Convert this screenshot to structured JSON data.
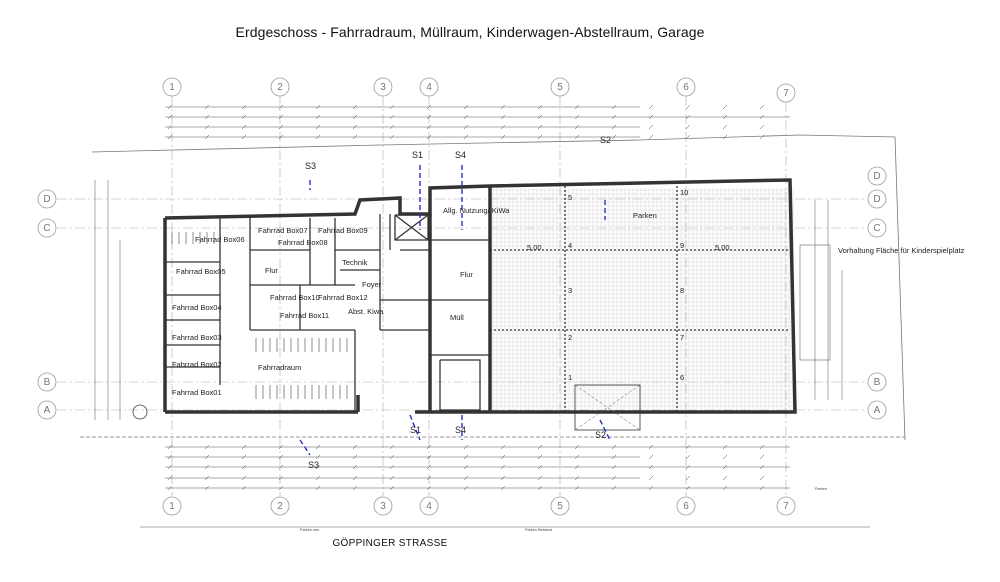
{
  "title": "Erdgeschoss - Fahrradraum, Müllraum, Kinderwagen-Abstellraum, Garage",
  "street": "GÖPPINGER STRASSE",
  "axes_vertical": [
    "1",
    "2",
    "3",
    "4",
    "5",
    "6",
    "7"
  ],
  "axes_horizontal": [
    "A",
    "B",
    "C",
    "D"
  ],
  "sections": {
    "s1": "S1",
    "s2": "S2",
    "s3": "S3",
    "s4": "S4"
  },
  "rooms": {
    "fahrradraum": "Fahrradraum",
    "flur": "Flur",
    "technik": "Technik",
    "foyer": "Foyer",
    "abst_kiwa": "Abst. Kiwa",
    "muell": "Müll",
    "allg_nutzung": "Allg. Nutzung/ KiWa",
    "parken": "Parken",
    "vorhaltung": "Vorhaltung Fläche für Kinderspielplatz",
    "boxes": [
      "Fahrrad Box01",
      "Fahrrad Box02",
      "Fahrrad Box03",
      "Fahrrad Box04",
      "Fahrrad Box05",
      "Fahrrad Box06",
      "Fahrrad Box07",
      "Fahrrad Box08",
      "Fahrrad Box09",
      "Fahrrad Box10",
      "Fahrrad Box11",
      "Fahrrad Box12"
    ]
  },
  "parking_numbers": [
    "1",
    "2",
    "3",
    "4",
    "5",
    "6",
    "7",
    "8",
    "9",
    "10"
  ],
  "dims": {
    "w1": "5,00",
    "w2": "5,00"
  },
  "labels": {
    "parken_bottom": "Parken",
    "parken_neu": "Parken neu",
    "parken_bestand": "Parken Bestand"
  }
}
